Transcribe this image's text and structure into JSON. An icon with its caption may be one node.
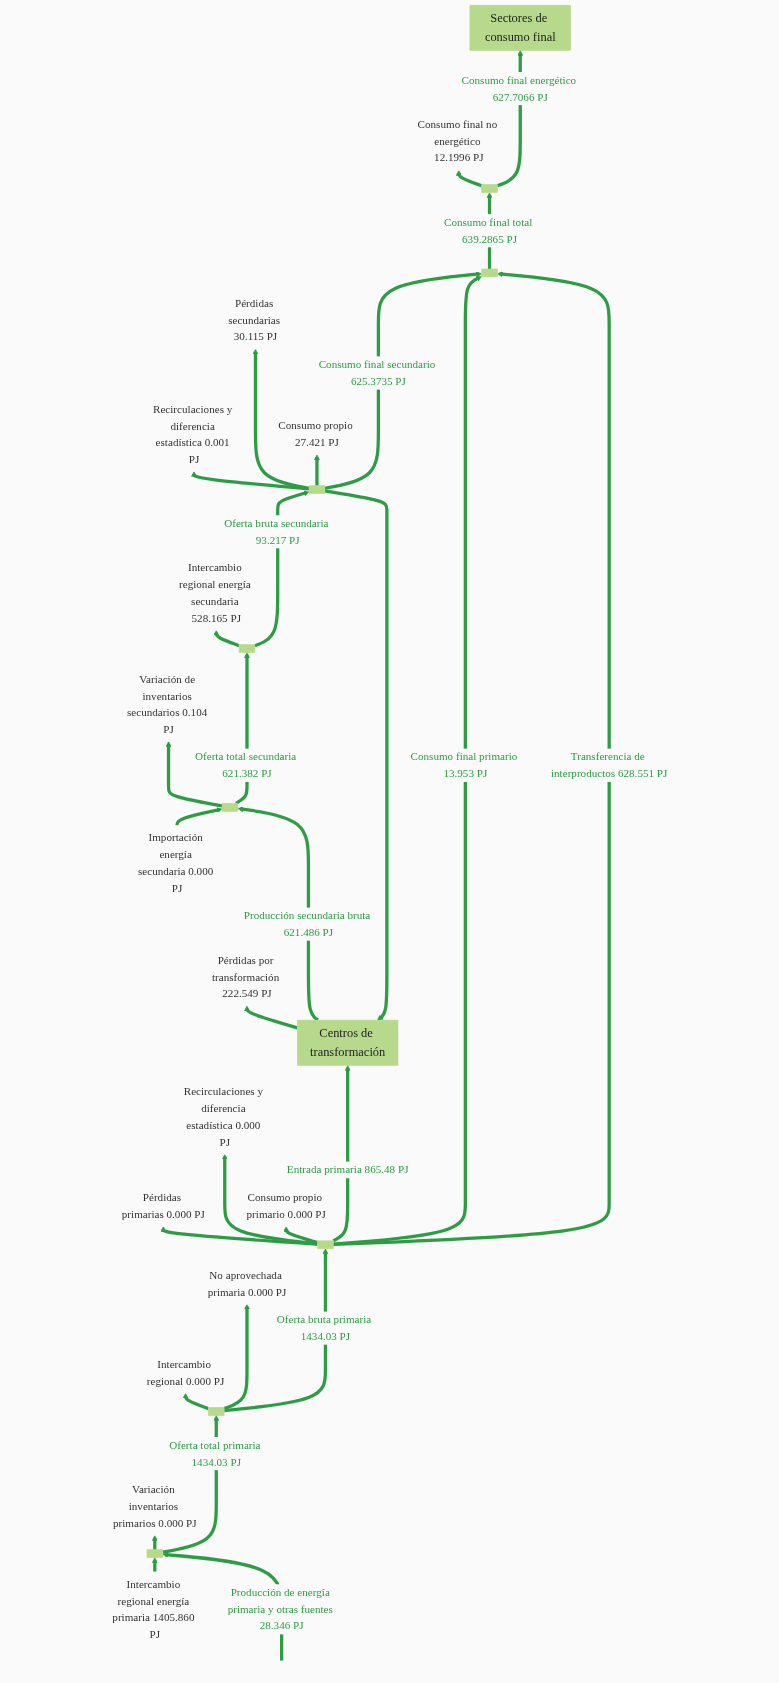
{
  "diagram": {
    "nodes": [
      {
        "text": [],
        "shape": "box"
      },
      {
        "text": [],
        "shape": "box"
      },
      {
        "text": [],
        "shape": "box"
      },
      {
        "text": [
          "Centros de transformación"
        ]
      },
      {
        "text": [],
        "shape": "box"
      },
      {
        "text": [],
        "shape": "box"
      },
      {
        "text": [],
        "shape": "box"
      },
      {
        "text": [],
        "shape": "box"
      },
      {
        "text": [],
        "shape": "box"
      },
      {
        "text": [
          "Sectores de consumo final"
        ]
      },
      {
        "text": [
          "Intercambio regional energía primaria 1405.860 PJ"
        ]
      },
      {
        "text": [
          "Variación inventarios primarios 0.000 PJ"
        ]
      },
      {
        "text": [
          "Intercambio regional 0.000 PJ"
        ]
      },
      {
        "text": [
          "No aprovechada primaria 0.000 PJ"
        ]
      },
      {
        "text": [
          "Pérdidas primarias 0.000 PJ"
        ]
      },
      {
        "text": [
          "Recirculaciones y diferencia estadística 0.000 PJ"
        ]
      },
      {
        "text": [
          "Consumo propio primario 0.000 PJ"
        ]
      },
      {
        "text": [
          "Pérdidas por transformación 222.549 PJ"
        ]
      },
      {
        "text": [
          "Importación energía secundaria 0.000 PJ"
        ]
      },
      {
        "text": [
          "Variación de inventarios secundarios 0.104 PJ"
        ]
      },
      {
        "text": [
          "Intercambio regional energía secundaria 528.165 PJ"
        ]
      },
      {
        "text": [
          "Recirculaciones y diferencia estadística 0.001 PJ"
        ]
      },
      {
        "text": [
          "Pérdidas secundarias 30.115 PJ"
        ]
      },
      {
        "text": [
          "Consumo propio 27.421 PJ"
        ]
      },
      {
        "text": [
          "Consumo final no energético 12.1996 PJ"
        ]
      }
    ],
    "edges": [
      {
        "from": null,
        "to": 0,
        "arrow": "to",
        "label": "Producción de energía primaria y otras fuentes 28.346 PJ"
      },
      {
        "from": 10,
        "to": 0,
        "arrow": "to"
      },
      {
        "from": 0,
        "to": 11,
        "arrow": "to"
      },
      {
        "from": 0,
        "to": 1,
        "arrow": "to",
        "label": "Oferta total primaria 1434.03 PJ"
      },
      {
        "from": 1,
        "to": 12,
        "arrow": "to"
      },
      {
        "from": 1,
        "to": 13,
        "arrow": "to"
      },
      {
        "from": 1,
        "to": 2,
        "arrow": "to",
        "label": "Oferta bruta primaria 1434.03 PJ"
      },
      {
        "from": 2,
        "to": 14,
        "arrow": "to"
      },
      {
        "from": 2,
        "to": 15,
        "arrow": "to"
      },
      {
        "from": 2,
        "to": 16,
        "arrow": "to"
      },
      {
        "from": 2,
        "to": 3,
        "arrow": "to",
        "label": "Entrada primaria 865.48 PJ"
      },
      {
        "from": 2,
        "to": 7,
        "arrow": "to",
        "label": "Consumo final primario 13.953 PJ"
      },
      {
        "from": 2,
        "to": 7,
        "arrow": "to",
        "label": "Transferencia de interproductos 628.551 PJ"
      },
      {
        "from": 3,
        "to": 17,
        "arrow": "to"
      },
      {
        "from": 3,
        "to": 4,
        "arrow": "to",
        "label": "Producción secundaria bruta 621.486 PJ"
      },
      {
        "from": 18,
        "to": 4,
        "arrow": "to"
      },
      {
        "from": 4,
        "to": 19,
        "arrow": "to"
      },
      {
        "from": 4,
        "to": 5,
        "arrow": "to",
        "label": "Oferta total secundaria 621.382 PJ"
      },
      {
        "from": 5,
        "to": 20,
        "arrow": "to"
      },
      {
        "from": 5,
        "to": 6,
        "arrow": "to",
        "label": "Oferta bruta secundaria 93.217 PJ"
      },
      {
        "from": 6,
        "to": 21,
        "arrow": "to"
      },
      {
        "from": 6,
        "to": 22,
        "arrow": "to"
      },
      {
        "from": 6,
        "to": 23,
        "arrow": "to"
      },
      {
        "from": 6,
        "to": 3,
        "arrow": "to"
      },
      {
        "from": 6,
        "to": 7,
        "arrow": "to",
        "label": "Consumo final secundario 625.3735 PJ"
      },
      {
        "from": 7,
        "to": 8,
        "arrow": "to",
        "label": "Consumo final total 639.2865 PJ"
      },
      {
        "from": 8,
        "to": 24,
        "arrow": "to"
      },
      {
        "from": 8,
        "to": 9,
        "arrow": "to",
        "label": "Consumo final energético 627.7066 PJ"
      }
    ]
  }
}
